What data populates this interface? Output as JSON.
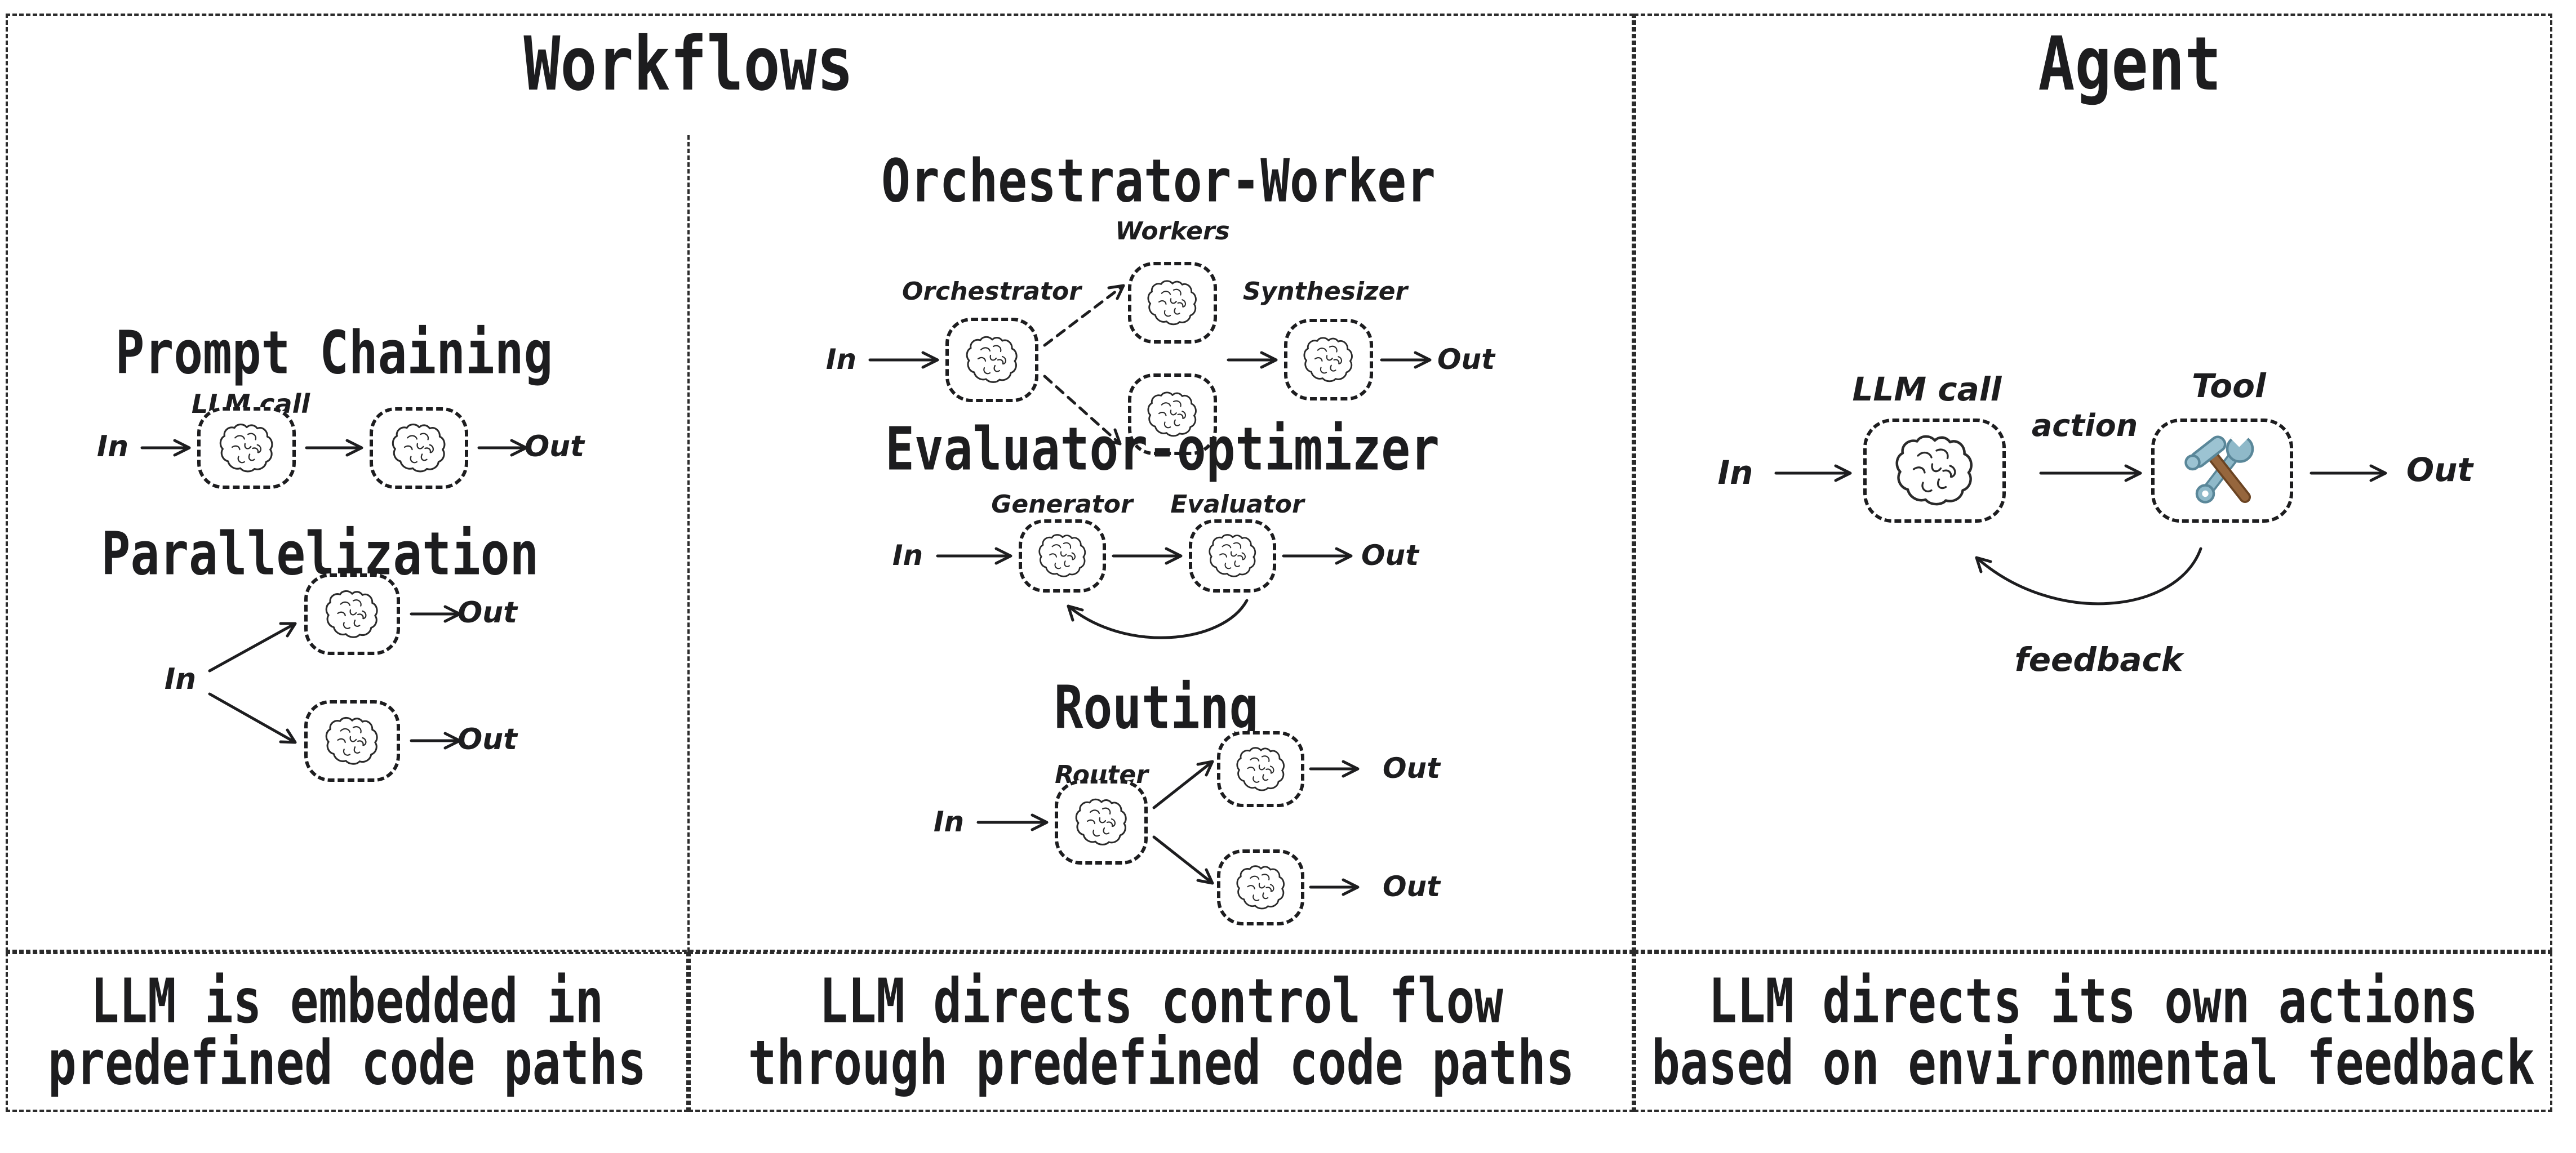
{
  "workflows": {
    "title": "Workflows",
    "prompt_chaining": {
      "title": "Prompt Chaining",
      "llm_call_label": "LLM call",
      "in_label": "In",
      "out_label": "Out"
    },
    "parallelization": {
      "title": "Parallelization",
      "in_label": "In",
      "out_top_label": "Out",
      "out_bottom_label": "Out"
    },
    "orchestrator_worker": {
      "title": "Orchestrator-Worker",
      "workers_label": "Workers",
      "orchestrator_label": "Orchestrator",
      "synthesizer_label": "Synthesizer",
      "in_label": "In",
      "out_label": "Out"
    },
    "evaluator_optimizer": {
      "title": "Evaluator-optimizer",
      "generator_label": "Generator",
      "evaluator_label": "Evaluator",
      "in_label": "In",
      "out_label": "Out"
    },
    "routing": {
      "title": "Routing",
      "router_label": "Router",
      "in_label": "In",
      "out_top_label": "Out",
      "out_bottom_label": "Out"
    }
  },
  "agent": {
    "title": "Agent",
    "llm_call_label": "LLM call",
    "tool_label": "Tool",
    "action_label": "action",
    "feedback_label": "feedback",
    "in_label": "In",
    "out_label": "Out"
  },
  "captions": {
    "left": {
      "lines": [
        "LLM is embedded in",
        "predefined code paths"
      ]
    },
    "middle": {
      "lines": [
        "LLM directs control flow",
        "through predefined code paths"
      ]
    },
    "right": {
      "lines": [
        "LLM directs its own actions",
        "based on environmental feedback"
      ]
    }
  },
  "icons": {
    "llm": "brain-icon",
    "tool": "hammer-wrench-icon"
  },
  "colors": {
    "ink": "#1d1d1f",
    "background": "#ffffff",
    "wrench_fill": "#8fb9c9",
    "wrench_stroke": "#5a8799",
    "hammer_head": "#9cc3d2",
    "hammer_handle": "#96663d",
    "hammer_handle_dark": "#6b4423"
  }
}
